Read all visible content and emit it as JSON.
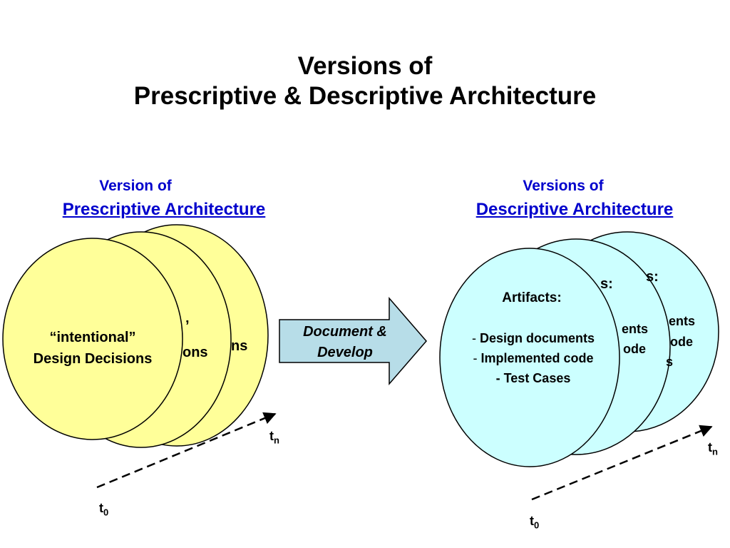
{
  "title": {
    "line1": "Versions of",
    "line2": "Prescriptive & Descriptive Architecture"
  },
  "left": {
    "heading_small": "Version of",
    "heading_main": "Prescriptive Architecture",
    "front_text_line1": "“intentional”",
    "front_text_line2": "Design Decisions",
    "back_fragment_mid_1": "’",
    "back_fragment_mid_2": "ons",
    "back_fragment_rear": "ns",
    "time_start": "t",
    "time_start_sub": "0",
    "time_end": "t",
    "time_end_sub": "n",
    "fill_color": "#ffff99"
  },
  "arrow": {
    "line1": "Document &",
    "line2": "Develop",
    "fill_color": "#b7dde8"
  },
  "right": {
    "heading_small": "Versions of",
    "heading_main": "Descriptive Architecture",
    "front_title": "Artifacts:",
    "front_items": [
      "Design documents",
      "Implemented code",
      "- Test Cases"
    ],
    "back_mid": [
      "s:",
      "ents",
      "ode"
    ],
    "back_rear": [
      "s:",
      "ents",
      "ode",
      "s"
    ],
    "time_start": "t",
    "time_start_sub": "0",
    "time_end": "t",
    "time_end_sub": "n",
    "fill_color": "#ccffff"
  }
}
